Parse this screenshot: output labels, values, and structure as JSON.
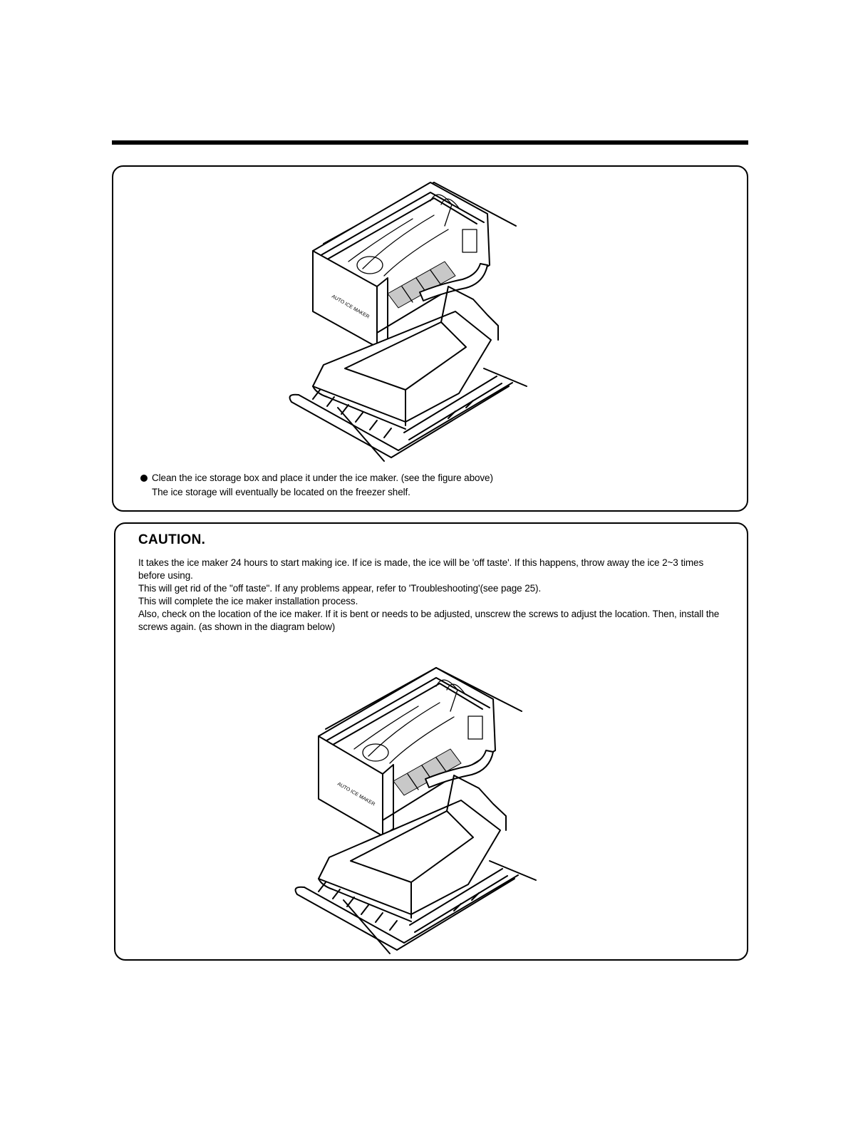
{
  "panel1": {
    "figure_icon": "ice-maker-with-storage-box-diagram",
    "instruction_line1": "Clean the ice storage box and place it under the ice maker. (see the figure above)",
    "instruction_line2": "The ice storage will eventually be located on the freezer shelf."
  },
  "caution": {
    "title": "CAUTION.",
    "lines": [
      "It takes the ice maker 24 hours to start making ice. If ice is made, the ice will be 'off taste'. If this happens, throw away the ice 2~3 times before using.",
      "This will get rid of the \"off taste\". If any problems appear, refer to 'Troubleshooting'(see page 25).",
      "This will complete the ice maker installation process.",
      "Also, check on the location of the ice maker. If it is bent or needs to be adjusted, unscrew the screws to adjust the location. Then, install the screws again. (as shown in the diagram below)"
    ],
    "figure_icon": "ice-maker-with-storage-box-diagram"
  },
  "colors": {
    "ink": "#000000",
    "paper": "#ffffff"
  }
}
